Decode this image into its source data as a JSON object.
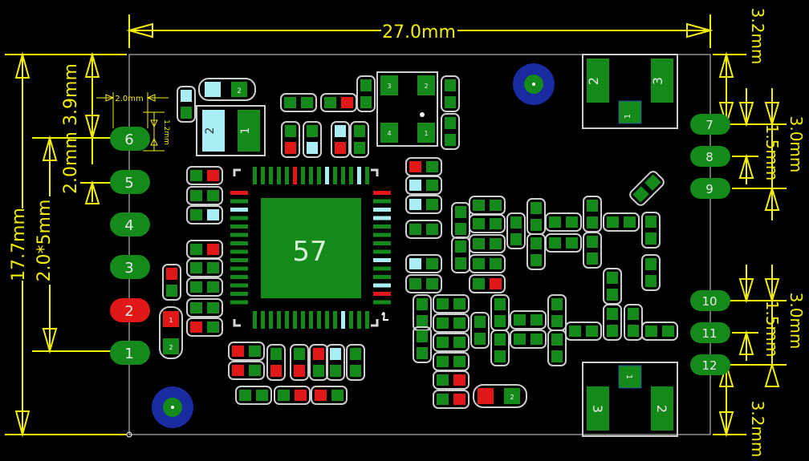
{
  "dimensions": {
    "width": "27.0mm",
    "height": "17.7mm",
    "pitch_range": "2.0*5mm",
    "top_offset": "3.9mm",
    "pin_pitch": "2.0mm",
    "pad_width": "2.0mm",
    "pad_height": "1.2mm",
    "right_top": "3.2mm",
    "right_group_top": "3.0mm",
    "right_pitch_top": "1.5mm",
    "right_group_bottom": "3.0mm",
    "right_pitch_bottom": "1.5mm",
    "right_bottom": "3.2mm"
  },
  "left_pins": [
    "6",
    "5",
    "4",
    "3",
    "2",
    "1"
  ],
  "right_pins_top": [
    "7",
    "8",
    "9"
  ],
  "right_pins_bottom": [
    "10",
    "11",
    "12"
  ],
  "chip": {
    "label": "57"
  },
  "connector_top": {
    "pad_left": "2",
    "pad_right": "3",
    "pad_bottom": "1"
  },
  "connector_bottom": {
    "pad_top": "1",
    "pad_left": "3",
    "pad_right": "2"
  },
  "small_labels": {
    "tall_cap_top": "2",
    "tall_cap_bottom": "1",
    "ic3_tl": "3",
    "ic3_tr": "2",
    "ic3_bl": "4",
    "ic3_br": "1",
    "diode_left": "1",
    "diode_right": "2",
    "left_cap_pad": "1",
    "left_cap_pad2": "2",
    "bottom_diode_2": "2",
    "top_chip_2": "2",
    "top_chip_1": "1"
  },
  "colors": {
    "background": "#000000",
    "pad_green": "#138a1a",
    "pad_red": "#e01818",
    "pad_cyan": "#a8eef4",
    "outline": "#cfcfcf",
    "dimension": "#f4ef00",
    "via_blue": "#1a2ba0"
  }
}
